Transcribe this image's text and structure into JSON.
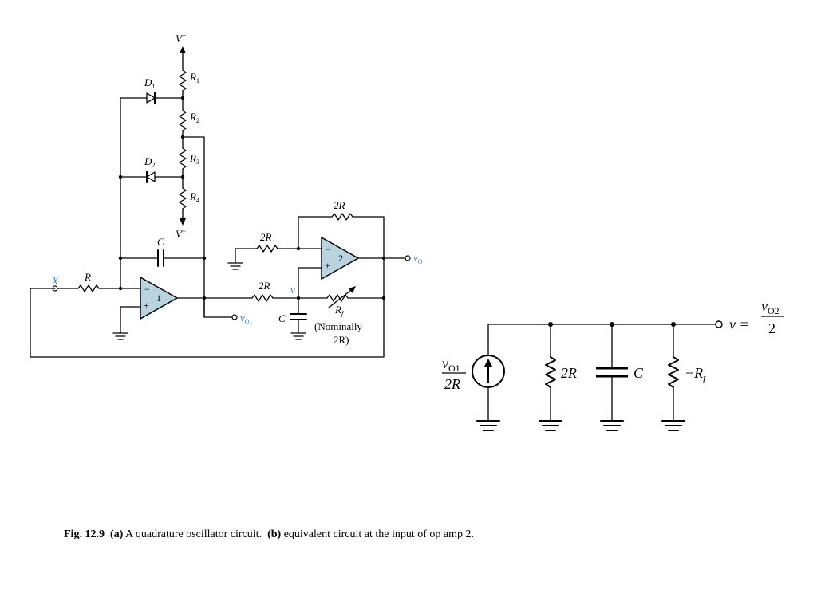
{
  "circuit_a": {
    "supply_pos": "V",
    "supply_pos_sup": "+",
    "supply_neg": "V",
    "supply_neg_sup": "−",
    "r1": "R",
    "r1_sub": "1",
    "r2": "R",
    "r2_sub": "2",
    "r3": "R",
    "r3_sub": "3",
    "r4": "R",
    "r4_sub": "4",
    "d1": "D",
    "d1_sub": "1",
    "d2": "D",
    "d2_sub": "2",
    "cap_feedback": "C",
    "input_node": "X",
    "input_resistor": "R",
    "opamp1_number": "1",
    "opamp2_number": "2",
    "opamp1_minus": "−",
    "opamp1_plus": "+",
    "opamp2_minus": "−",
    "opamp2_plus": "+",
    "r_feedback2": "2R",
    "r_ground2": "2R",
    "r_series": "2R",
    "node_v": "v",
    "out_vo1": "v",
    "out_vo1_sub": "O1",
    "out_vo": "v",
    "out_vo_sub": "O",
    "cap_c2": "C",
    "rf": "R",
    "rf_sub": "f",
    "rf_note_line1": "(Nominally",
    "rf_note_line2": "2R)"
  },
  "circuit_b": {
    "source_num": "v",
    "source_num_sub": "O1",
    "source_den": "2R",
    "r_label": "2R",
    "c_label": "C",
    "neg_rf": "−R",
    "neg_rf_sub": "f",
    "v_eq_lhs": "v =",
    "v_eq_num": "v",
    "v_eq_num_sub": "O2",
    "v_eq_den": "2"
  },
  "caption": {
    "fig_label": "Fig",
    "fig_number": ". 12.9",
    "part_a_tag": "(a)",
    "part_a_text": "A quadrature oscillator circuit.",
    "part_b_tag": "(b)",
    "part_b_text": "equivalent circuit at the input of op amp 2."
  },
  "colors": {
    "opamp_fill": "#b9d4df",
    "signal_label": "#3f7fae"
  }
}
